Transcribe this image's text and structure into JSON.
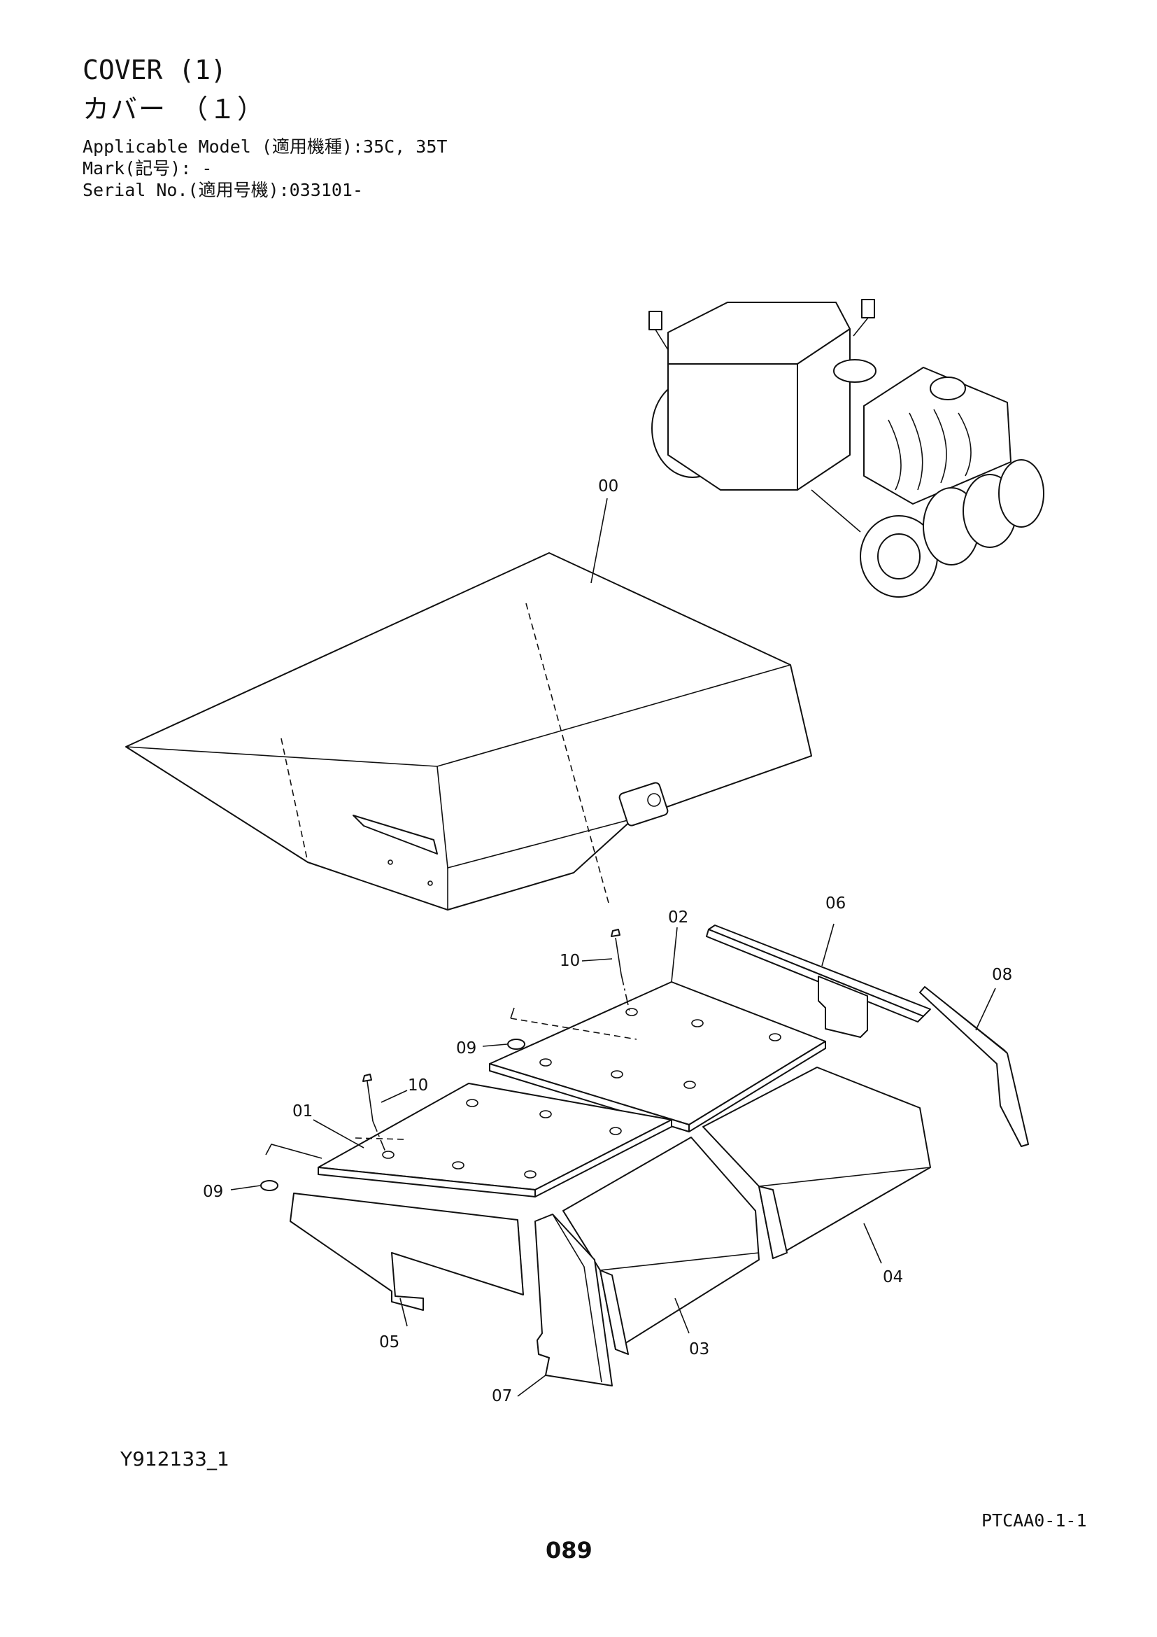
{
  "header": {
    "title_en": "COVER (1)",
    "title_jp": "カバー　（１）",
    "applicable_model": "Applicable Model (適用機種):35C, 35T",
    "mark": "Mark(記号): -",
    "serial_no": "Serial No.(適用号機):033101-"
  },
  "callouts": [
    "00",
    "01",
    "02",
    "03",
    "04",
    "05",
    "06",
    "07",
    "08",
    "09",
    "09",
    "10",
    "10"
  ],
  "footer": {
    "figure_code": "Y912133_1",
    "reference_code": "PTCAA0-1-1",
    "page_number": "089"
  }
}
